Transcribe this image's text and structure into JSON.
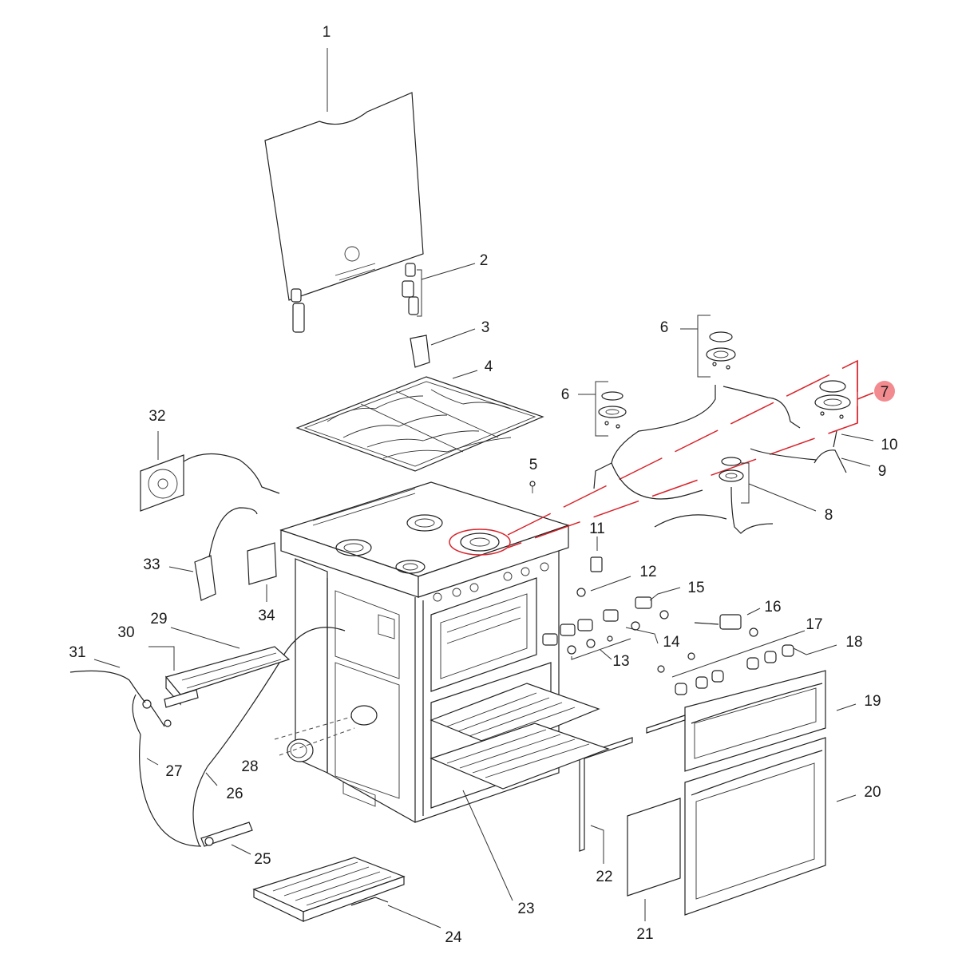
{
  "diagram": {
    "highlight": {
      "part": "7",
      "color": "#d8232a",
      "badge_color": "#f28b8f"
    },
    "parts": [
      "1",
      "2",
      "3",
      "4",
      "5",
      "6",
      "6",
      "7",
      "8",
      "9",
      "10",
      "11",
      "12",
      "13",
      "14",
      "15",
      "16",
      "17",
      "18",
      "19",
      "20",
      "21",
      "22",
      "23",
      "24",
      "25",
      "26",
      "27",
      "28",
      "29",
      "30",
      "31",
      "32",
      "33",
      "34"
    ]
  }
}
